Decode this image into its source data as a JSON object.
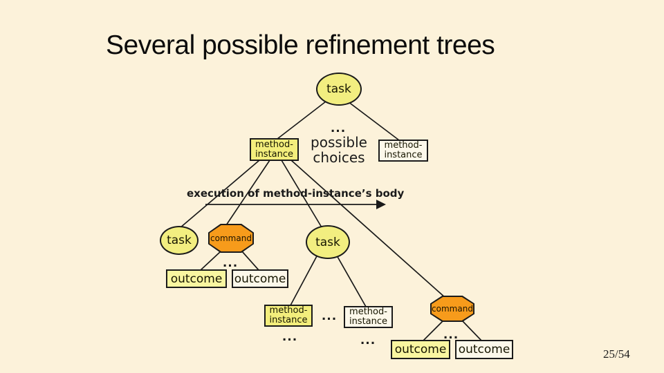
{
  "slide": {
    "title": "Several possible refinement trees",
    "page_number": "25/54"
  },
  "colors": {
    "background": "#FCF2DA",
    "task_fill": "#F2EE80",
    "method_instance_fill": "#F3EE7C",
    "outcome_fill": "#F9F6A0",
    "plain_fill": "#FCF8EA",
    "command_fill": "#F79B1B",
    "line": "#1A1A1A"
  },
  "diagram": {
    "dots": "...",
    "task_root": "task",
    "possible_choices": "possible\nchoices",
    "method_instance_top_left": "method-\ninstance",
    "method_instance_top_right": "method-\ninstance",
    "arrow_label": "execution of method-instance’s body",
    "task_left": "task",
    "command_left": "command",
    "outcome_yellow_left": "outcome",
    "outcome_plain_left": "outcome",
    "task_middle": "task",
    "method_instance_bottom_left": "method-\ninstance",
    "method_instance_bottom_right": "method-\ninstance",
    "command_right": "command",
    "outcome_yellow_right": "outcome",
    "outcome_plain_right": "outcome"
  }
}
